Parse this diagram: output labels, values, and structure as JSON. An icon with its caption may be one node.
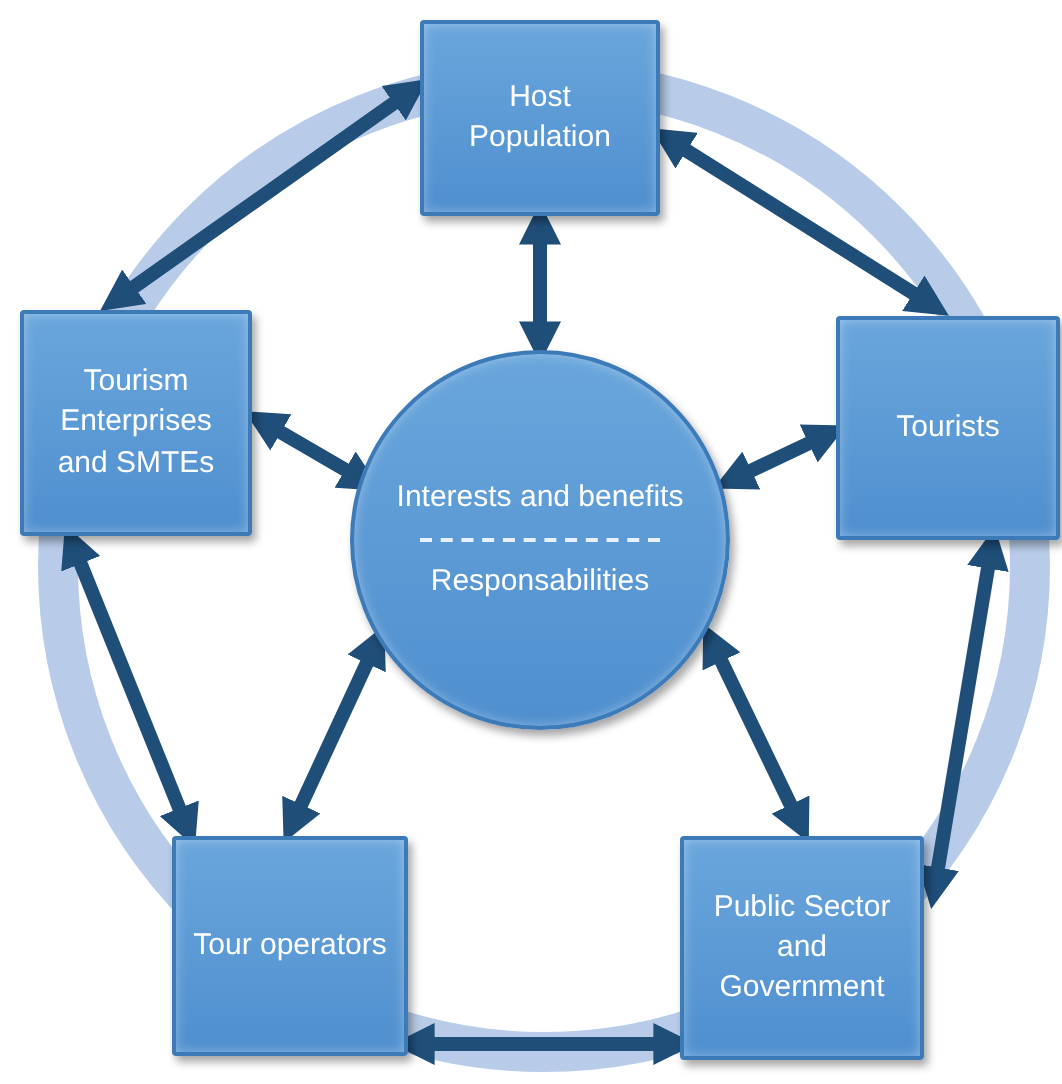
{
  "diagram": {
    "nodes": [
      {
        "text": [
          "Host Population"
        ]
      },
      {
        "text": [
          "Tourism Enterprises and SMTEs"
        ]
      },
      {
        "text": [
          "Interests and benefits",
          "Responsabilities"
        ]
      },
      {
        "text": [
          "Tourists"
        ]
      },
      {
        "text": [
          "Tour operators"
        ]
      },
      {
        "text": [
          "Public Sector and Government"
        ]
      }
    ],
    "edges": [
      {
        "from": 2,
        "to": 0,
        "arrow": "both"
      },
      {
        "from": 2,
        "to": 3,
        "arrow": "both"
      },
      {
        "from": 2,
        "to": 5,
        "arrow": "both"
      },
      {
        "from": 2,
        "to": 4,
        "arrow": "both"
      },
      {
        "from": 2,
        "to": 1,
        "arrow": "both"
      },
      {
        "from": 0,
        "to": 3,
        "arrow": "both"
      },
      {
        "from": 3,
        "to": 5,
        "arrow": "both"
      },
      {
        "from": 5,
        "to": 4,
        "arrow": "both"
      },
      {
        "from": 4,
        "to": 1,
        "arrow": "both"
      },
      {
        "from": 1,
        "to": 0,
        "arrow": "both"
      }
    ]
  }
}
